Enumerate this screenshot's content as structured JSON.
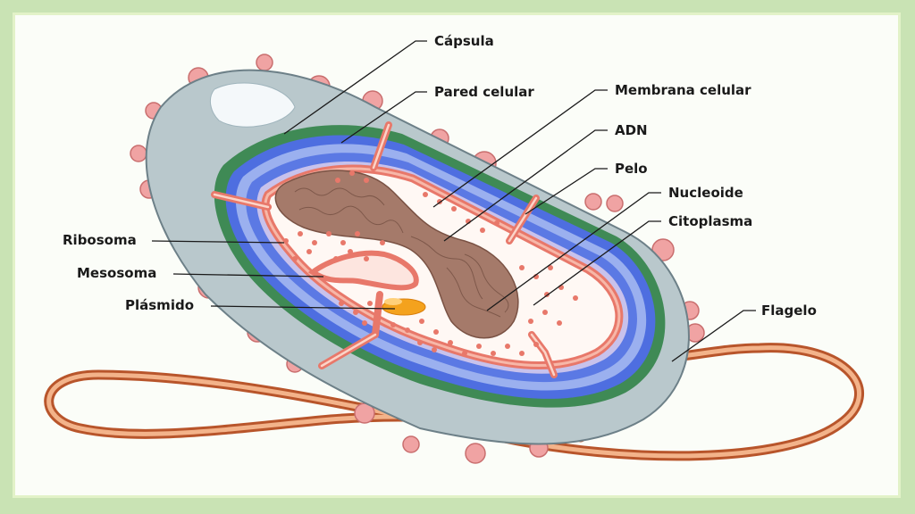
{
  "diagram": {
    "labels": {
      "capsula": "Cápsula",
      "pared": "Pared celular",
      "membrana": "Membrana celular",
      "adn": "ADN",
      "pelo": "Pelo",
      "nucleoide": "Nucleoide",
      "citoplasma": "Citoplasma",
      "flagelo": "Flagelo",
      "ribosoma": "Ribosoma",
      "mesosoma": "Mesosoma",
      "plasmido": "Plásmido"
    },
    "colors": {
      "background": "#c9e3b4",
      "capsule": "#b9c8cc",
      "cell_wall_green": "#3f8a55",
      "cell_wall_blue": "#4e6ee0",
      "membrane": "#e8786a",
      "cytoplasm": "#fff8f4",
      "nucleoid": "#a57a6a",
      "plasmid": "#f4a21d",
      "pili": "#f0a0a0",
      "flagellum": "#d9794a"
    }
  }
}
